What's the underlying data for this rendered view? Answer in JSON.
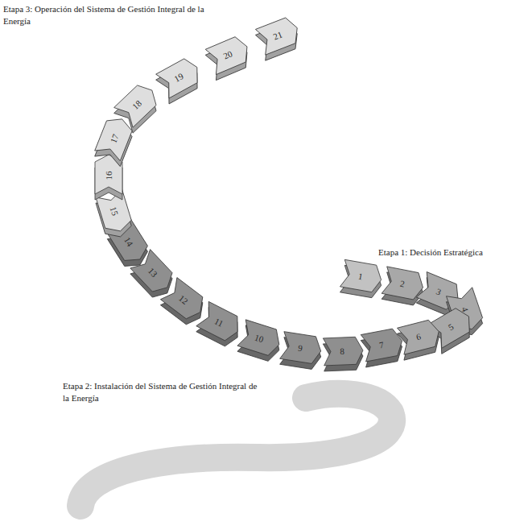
{
  "diagram": {
    "nodes": [
      {
        "text": [
          "1"
        ]
      },
      {
        "text": [
          "2"
        ]
      },
      {
        "text": [
          "3"
        ]
      },
      {
        "text": [
          "4"
        ]
      },
      {
        "text": [
          "5"
        ]
      },
      {
        "text": [
          "6"
        ]
      },
      {
        "text": [
          "7"
        ]
      },
      {
        "text": [
          "8"
        ]
      },
      {
        "text": [
          "9"
        ]
      },
      {
        "text": [
          "10"
        ]
      },
      {
        "text": [
          "11"
        ]
      },
      {
        "text": [
          "12"
        ]
      },
      {
        "text": [
          "13"
        ]
      },
      {
        "text": [
          "14"
        ]
      },
      {
        "text": [
          "15"
        ]
      },
      {
        "text": [
          "16"
        ]
      },
      {
        "text": [
          "17"
        ]
      },
      {
        "text": [
          "18"
        ]
      },
      {
        "text": [
          "19"
        ]
      },
      {
        "text": [
          "20"
        ]
      },
      {
        "text": [
          "21"
        ]
      }
    ],
    "labels": [
      "Etapa 3: Operación del Sistema de Gestión Integral de la Energía",
      "Etapa 1: Decisión Estratégica",
      "Etapa 2: Instalación del Sistema de Gestión Integral de la Energía"
    ]
  }
}
